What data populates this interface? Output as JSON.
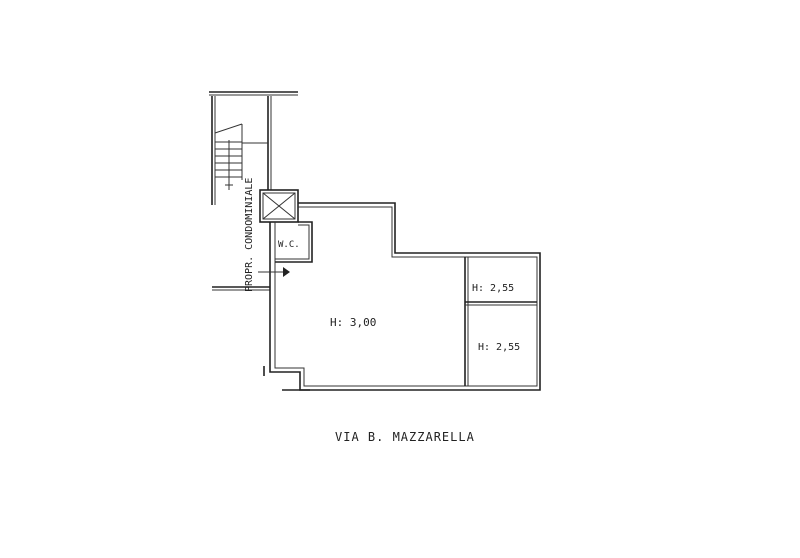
{
  "plan": {
    "stair_label": "PROPR. CONDOMINIALE",
    "wc_label": "W.C.",
    "main_room_height": "H: 3,00",
    "room_upper_right_height": "H: 2,55",
    "room_lower_right_height": "H: 2,55",
    "street_label": "VIA B. MAZZARELLA"
  }
}
